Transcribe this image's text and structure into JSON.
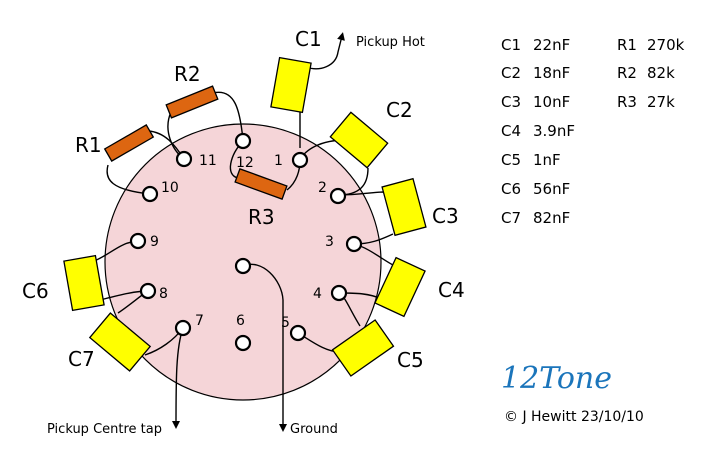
{
  "switch_pins": [
    "1",
    "2",
    "3",
    "4",
    "5",
    "6",
    "7",
    "8",
    "9",
    "10",
    "11",
    "12"
  ],
  "capacitors": [
    {
      "name": "C1",
      "value": "22nF"
    },
    {
      "name": "C2",
      "value": "18nF"
    },
    {
      "name": "C3",
      "value": "10nF"
    },
    {
      "name": "C4",
      "value": "3.9nF"
    },
    {
      "name": "C5",
      "value": "1nF"
    },
    {
      "name": "C6",
      "value": "56nF"
    },
    {
      "name": "C7",
      "value": "82nF"
    }
  ],
  "resistors": [
    {
      "name": "R1",
      "value": "270k"
    },
    {
      "name": "R2",
      "value": "82k"
    },
    {
      "name": "R3",
      "value": "27k"
    }
  ],
  "terminals": {
    "pickup_hot": "Pickup Hot",
    "pickup_centre_tap": "Pickup Centre tap",
    "ground": "Ground"
  },
  "brand": "12Tone",
  "credit": "© J  Hewitt  23/10/10",
  "colors": {
    "switch_body": "#f5d5d8",
    "capacitor": "#ffff00",
    "resistor": "#dd6611",
    "brand": "#1b75bb"
  }
}
